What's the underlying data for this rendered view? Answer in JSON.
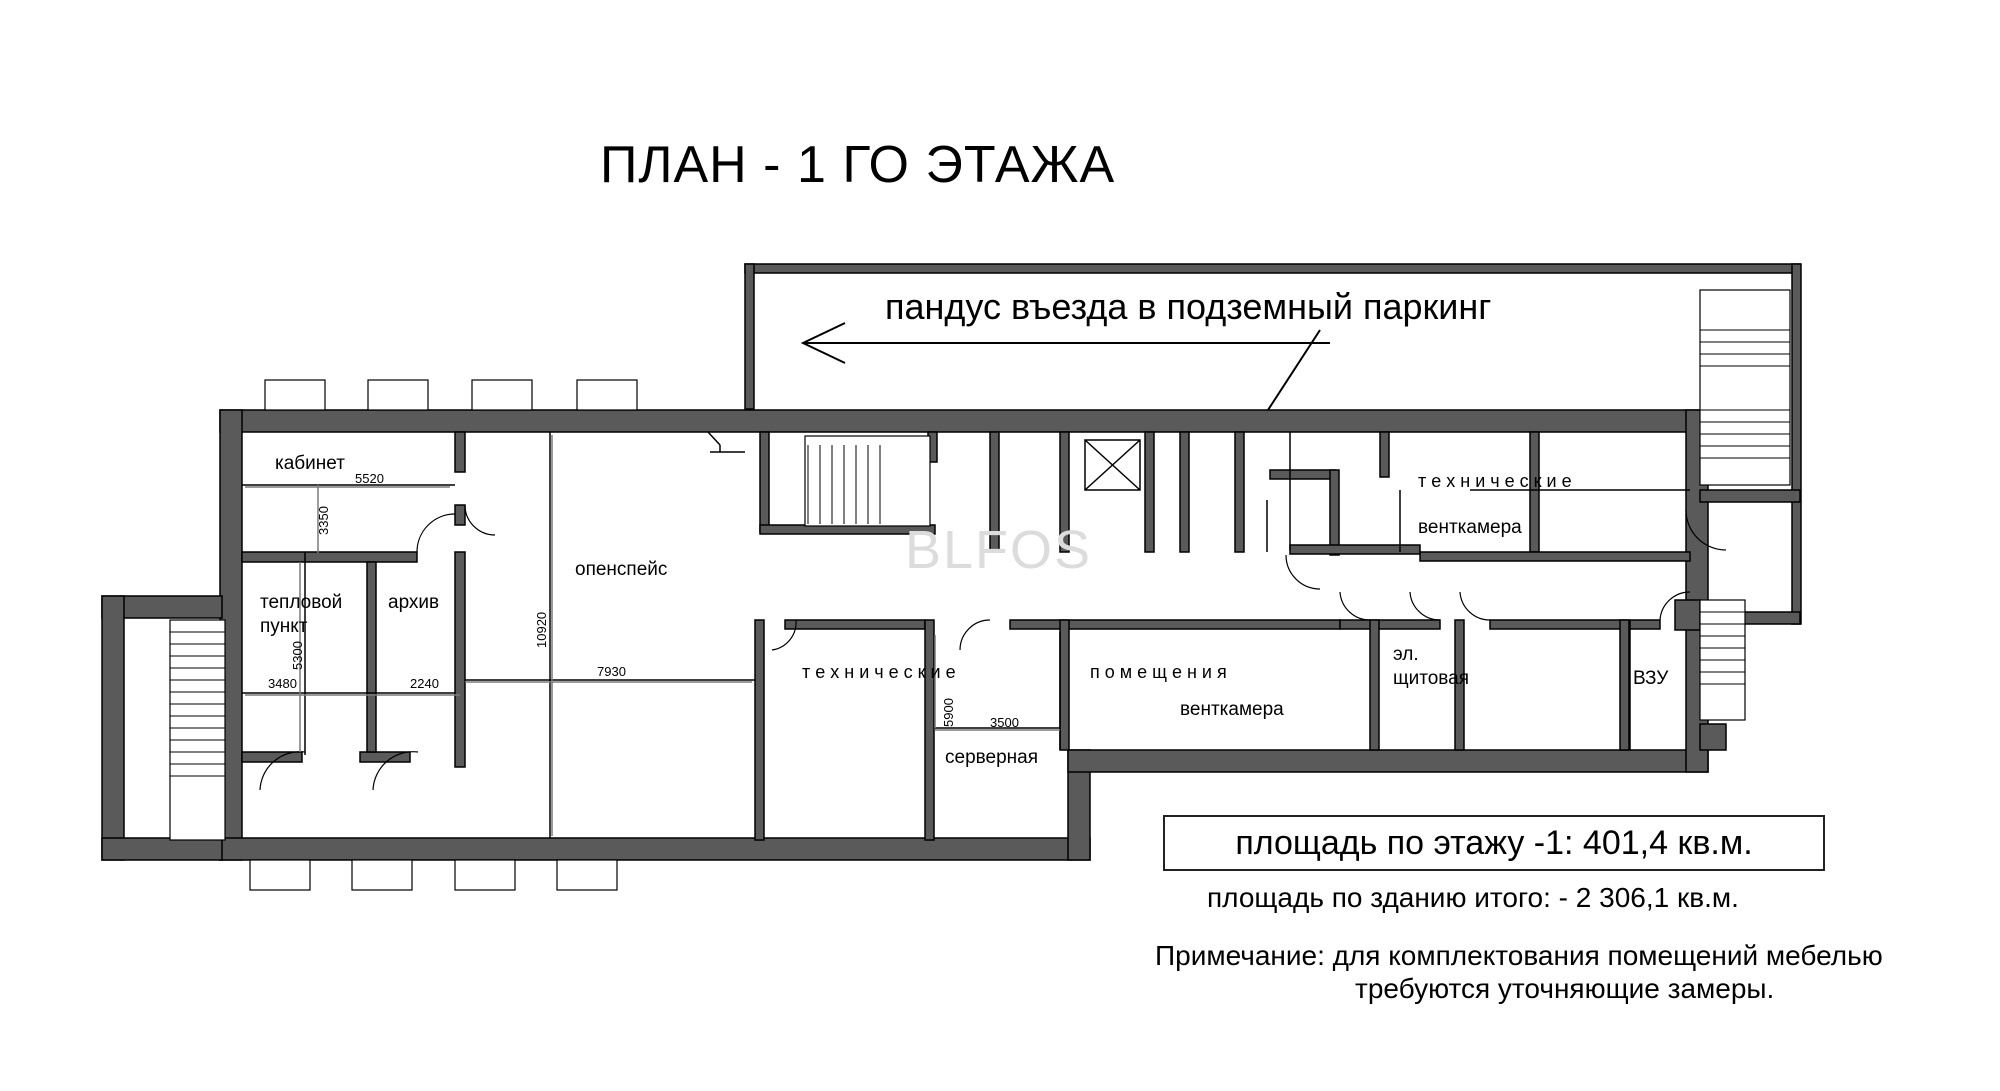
{
  "title": "ПЛАН  - 1 ГО  ЭТАЖА",
  "ramp_label": "пандус въезда в подземный паркинг",
  "rooms": {
    "cabinet": "кабинет",
    "heat_point_1": "тепловой",
    "heat_point_2": "пункт",
    "archive": "архив",
    "openspace": "опенспейс",
    "technical_top": "т е х н и ч е с к и е",
    "ventkamera_top": "венткамера",
    "technical_bottom": "т е х н и ч е с к и е",
    "rooms_bottom": "п о м е щ е н и я",
    "ventkamera_bottom": "венткамера",
    "server": "серверная",
    "el_1": "эл.",
    "el_2": "щитовая",
    "vzu": "ВЗУ"
  },
  "dimensions": {
    "d5520": "5520",
    "d3350": "3350",
    "d5300": "5300",
    "d3480": "3480",
    "d2240": "2240",
    "d10920": "10920",
    "d7930": "7930",
    "d5900": "5900",
    "d3500": "3500"
  },
  "floor_area": "площадь по этажу -1:   401,4 кв.м.",
  "total_area": "площадь по зданию итого:   -  2 306,1 кв.м.",
  "note_line1": "Примечание: для комплектования помещений мебелью",
  "note_line2": "требуются уточняющие замеры.",
  "watermark": "BLFOS",
  "colors": {
    "wall": "#5a5a5a",
    "line": "#000000",
    "dim": "#7a7a7a",
    "watermark": "#d9d9d9"
  }
}
